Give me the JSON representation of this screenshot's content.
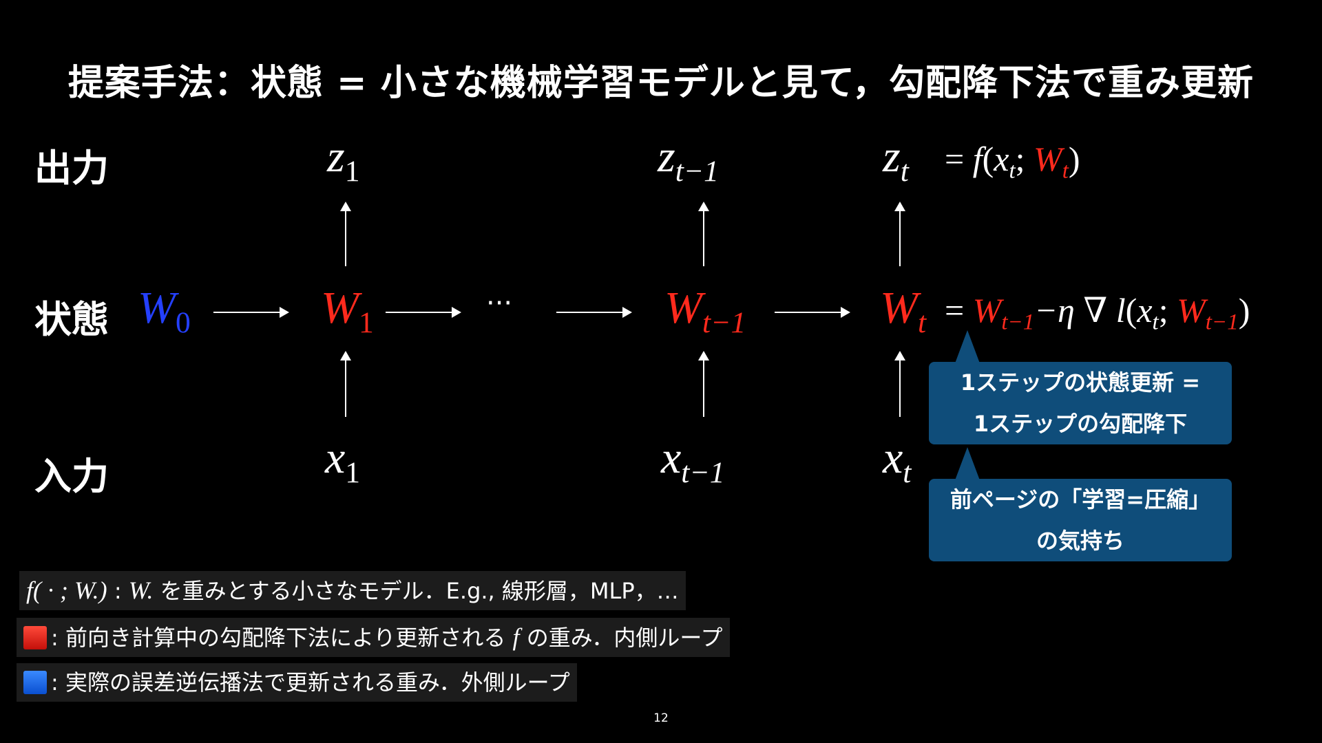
{
  "slide": {
    "title": "提案手法：状態 = 小さな機械学習モデルと見て，勾配降下法で重み更新",
    "page_number": "12"
  },
  "row_labels": {
    "output": "出力",
    "state": "状態",
    "input": "入力"
  },
  "diagram": {
    "z1": "z",
    "z1_sub": "1",
    "zt1": "z",
    "zt1_sub": "t−1",
    "zt": "z",
    "zt_sub": "t",
    "output_eq": {
      "eq": "=",
      "f": "f",
      "paren_open": "(",
      "x": "x",
      "x_sub": "t",
      "semi": ";",
      "W": "W",
      "W_sub": "t",
      "paren_close": ")"
    },
    "W0": "W",
    "W0_sub": "0",
    "W1": "W",
    "W1_sub": "1",
    "ellipsis": "···",
    "Wt1": "W",
    "Wt1_sub": "t−1",
    "Wt": "W",
    "Wt_sub": "t",
    "state_eq": {
      "eq": "=",
      "W": "W",
      "W_sub": "t−1",
      "minus_eta": "−η",
      "nabla": "∇",
      "l": "l",
      "paren_open": "(",
      "x": "x",
      "x_sub": "t",
      "semi": ";",
      "W2": "W",
      "W2_sub": "t−1",
      "paren_close": ")"
    },
    "x1": "x",
    "x1_sub": "1",
    "xt1": "x",
    "xt1_sub": "t−1",
    "xt": "x",
    "xt_sub": "t"
  },
  "callouts": {
    "top_line1": "1ステップの状態更新 =",
    "top_line2": "1ステップの勾配降下",
    "bottom_line1": "前ページの「学習=圧縮」",
    "bottom_line2": "の気持ち"
  },
  "legend": {
    "line1_math": "f( · ; W.)",
    "line1_sep": " : ",
    "line1_W": "W.",
    "line1_text": " を重みとする小さなモデル．E.g., 線形層，MLP，…",
    "line2_text1": ": 前向き計算中の勾配降下法により更新される",
    "line2_f": "f",
    "line2_text2": " の重み．内側ループ",
    "line3_text": ": 実際の誤差逆伝播法で更新される重み．外側ループ"
  },
  "colors": {
    "inner_weights": "#ff2a1d",
    "outer_weights": "#2440ff",
    "callout_bg": "#0f4d7a"
  }
}
